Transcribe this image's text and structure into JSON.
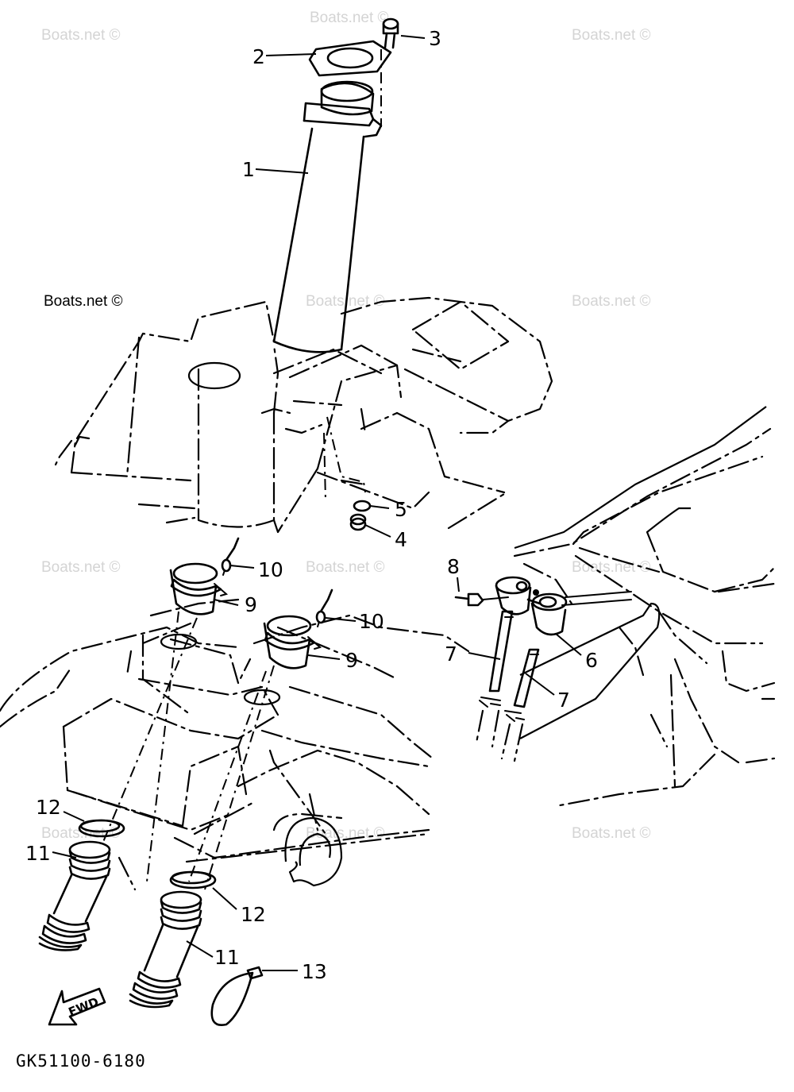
{
  "diagram": {
    "code": "GK51100-6180",
    "fwd_label": "FWD",
    "watermark": "Boats.net ©",
    "callouts": [
      "1",
      "2",
      "3",
      "4",
      "5",
      "6",
      "7",
      "7",
      "8",
      "9",
      "9",
      "10",
      "10",
      "11",
      "11",
      "12",
      "12",
      "13"
    ]
  }
}
